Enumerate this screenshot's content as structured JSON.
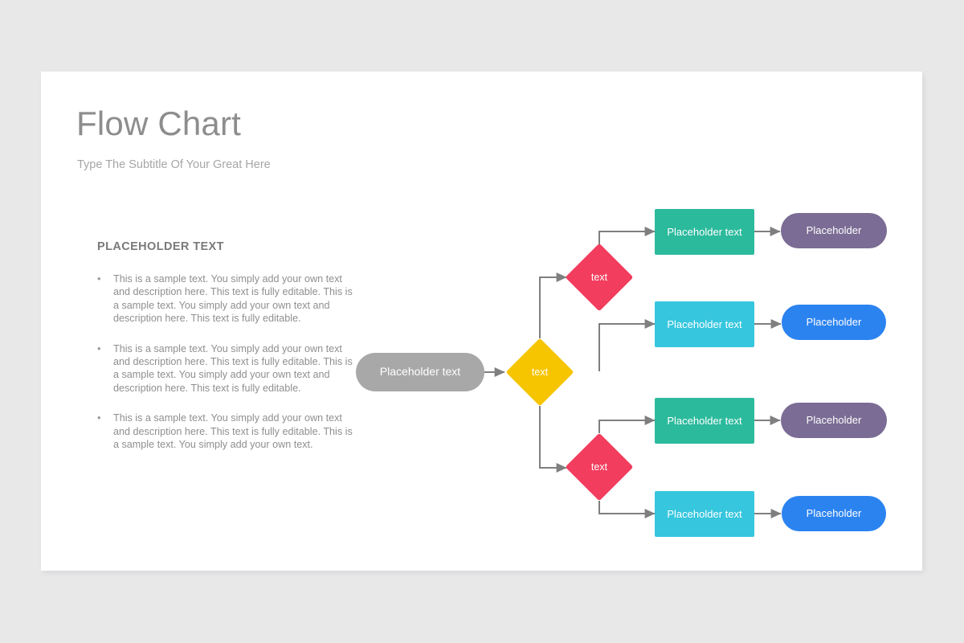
{
  "page": {
    "background_color": "#e8e8e9",
    "slide_background": "#ffffff"
  },
  "header": {
    "title": "Flow Chart",
    "subtitle": "Type The Subtitle Of Your Great Here",
    "title_color": "#8d8d8d",
    "subtitle_color": "#a6a6a6"
  },
  "text_column": {
    "heading": "PLACEHOLDER TEXT",
    "bullet_marker": "•",
    "bullets": [
      "This is a sample text. You simply add your own text and description here. This text is fully editable. This is a sample text. You simply add your own text and description here. This text is fully editable.",
      "This is a sample text. You simply add your own text and description here. This text is fully editable. This is a sample text. You simply add your own text and description here. This text is fully editable.",
      "This is a sample text. You simply add your own text and description here. This text is fully editable. This is a sample text. You simply add your own text."
    ]
  },
  "chart_data": {
    "type": "diagram",
    "title": "Flow Chart",
    "colors": {
      "start": "#a8a8a8",
      "decision_primary": "#f7c400",
      "decision_secondary": "#f23d5e",
      "process_green": "#2bba9c",
      "process_cyan": "#36c6de",
      "end_purple": "#7a6c94",
      "end_blue": "#2b83f0",
      "connector": "#7f7f7f"
    },
    "nodes": [
      {
        "id": "start",
        "label": "Placeholder text",
        "shape": "pill",
        "color": "#a8a8a8"
      },
      {
        "id": "decision-1",
        "label": "text",
        "shape": "diamond",
        "color": "#f7c400"
      },
      {
        "id": "decision-2",
        "label": "text",
        "shape": "diamond",
        "color": "#f23d5e"
      },
      {
        "id": "decision-3",
        "label": "text",
        "shape": "diamond",
        "color": "#f23d5e"
      },
      {
        "id": "process-1",
        "label": "Placeholder text",
        "shape": "rect",
        "color": "#2bba9c"
      },
      {
        "id": "process-2",
        "label": "Placeholder text",
        "shape": "rect",
        "color": "#36c6de"
      },
      {
        "id": "process-3",
        "label": "Placeholder text",
        "shape": "rect",
        "color": "#2bba9c"
      },
      {
        "id": "process-4",
        "label": "Placeholder text",
        "shape": "rect",
        "color": "#36c6de"
      },
      {
        "id": "end-1",
        "label": "Placeholder",
        "shape": "pill",
        "color": "#7a6c94"
      },
      {
        "id": "end-2",
        "label": "Placeholder",
        "shape": "pill",
        "color": "#2b83f0"
      },
      {
        "id": "end-3",
        "label": "Placeholder",
        "shape": "pill",
        "color": "#7a6c94"
      },
      {
        "id": "end-4",
        "label": "Placeholder",
        "shape": "pill",
        "color": "#2b83f0"
      }
    ],
    "edges": [
      {
        "from": "start",
        "to": "decision-1"
      },
      {
        "from": "decision-1",
        "to": "decision-2"
      },
      {
        "from": "decision-1",
        "to": "decision-3"
      },
      {
        "from": "decision-2",
        "to": "process-1"
      },
      {
        "from": "decision-2",
        "to": "process-2"
      },
      {
        "from": "decision-3",
        "to": "process-3"
      },
      {
        "from": "decision-3",
        "to": "process-4"
      },
      {
        "from": "process-1",
        "to": "end-1"
      },
      {
        "from": "process-2",
        "to": "end-2"
      },
      {
        "from": "process-3",
        "to": "end-3"
      },
      {
        "from": "process-4",
        "to": "end-4"
      }
    ]
  }
}
